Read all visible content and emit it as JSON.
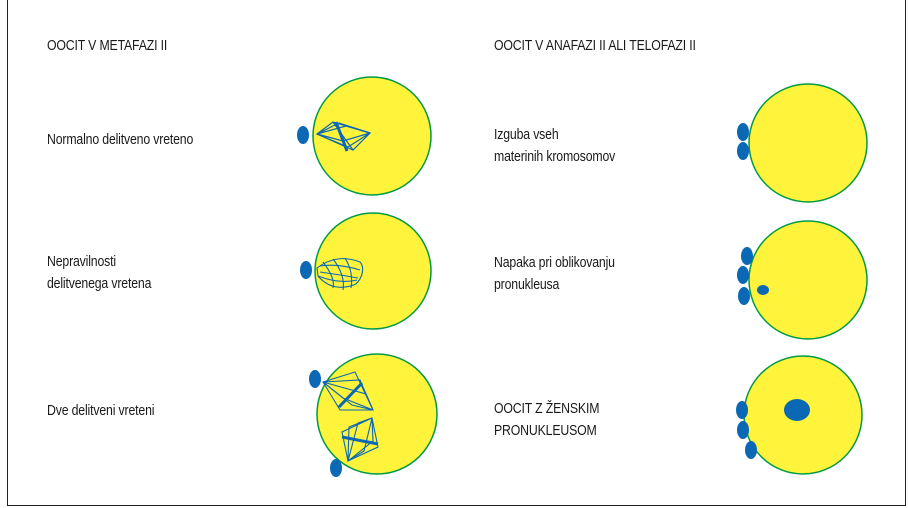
{
  "headings": {
    "left": "OOCIT V METAFAZI II",
    "right": "OOCIT V ANAFAZI II ALI TELOFAZI II"
  },
  "left_labels": {
    "row1": [
      "Normalno delitveno vreteno"
    ],
    "row2": [
      "Nepravilnosti",
      "delitvenega vretena"
    ],
    "row3": [
      "Dve delitveni vreteni"
    ]
  },
  "right_labels": {
    "row1": [
      "Izguba vseh",
      "materinih kromosomov"
    ],
    "row2": [
      "Napaka pri oblikovanju",
      "pronukleusa"
    ],
    "row3": [
      "OOCIT Z ŽENSKIM",
      "PRONUKLEUSOM"
    ]
  },
  "colors": {
    "cell_fill": "#fff33b",
    "cell_stroke": "#009a46",
    "body_fill": "#0a68b4",
    "spindle": "#0a68b4",
    "text": "#1a1a1a"
  }
}
